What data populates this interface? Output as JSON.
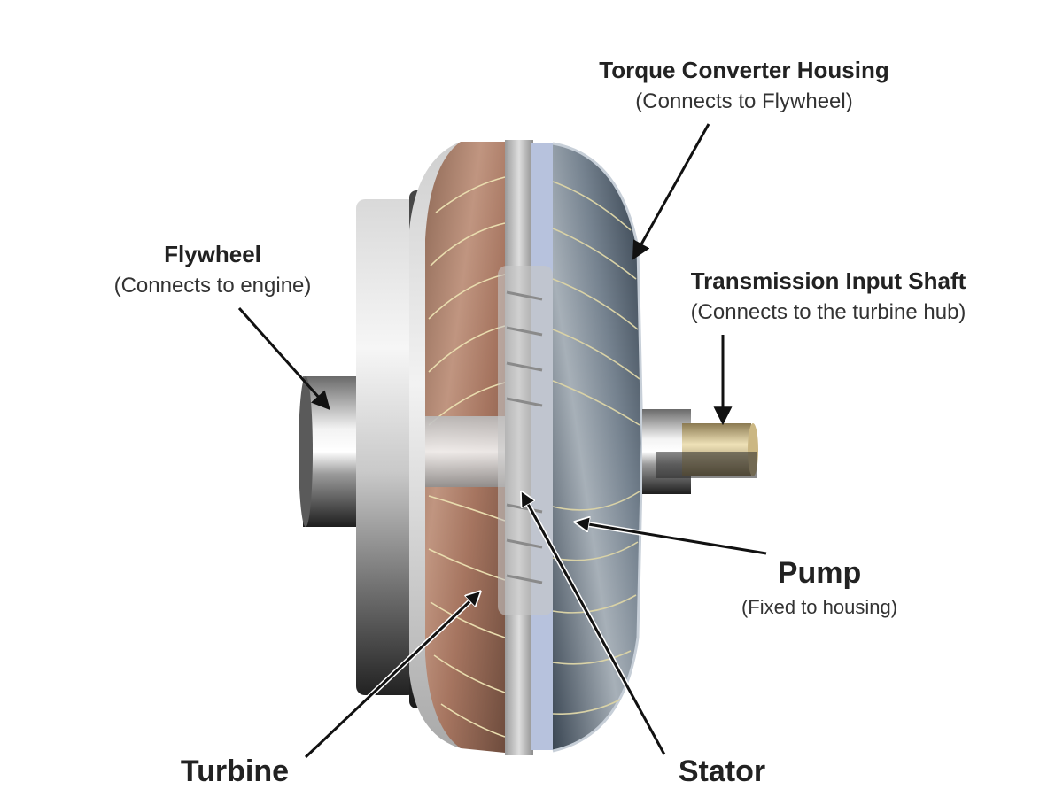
{
  "labels": {
    "housing": {
      "title": "Torque Converter Housing",
      "subtitle": "(Connects to Flywheel)"
    },
    "flywheel": {
      "title": "Flywheel",
      "subtitle": "(Connects to engine)"
    },
    "shaft": {
      "title": "Transmission Input Shaft",
      "subtitle": "(Connects to the turbine hub)"
    },
    "pump": {
      "title": "Pump",
      "subtitle": "(Fixed to housing)"
    },
    "turbine": {
      "title": "Turbine"
    },
    "stator": {
      "title": "Stator"
    }
  },
  "colors": {
    "turbine_copper": "#a7735a",
    "pump_steel": "#4f5d6c",
    "shaft_brass": "#d8c69a",
    "arrow": "#111111"
  }
}
